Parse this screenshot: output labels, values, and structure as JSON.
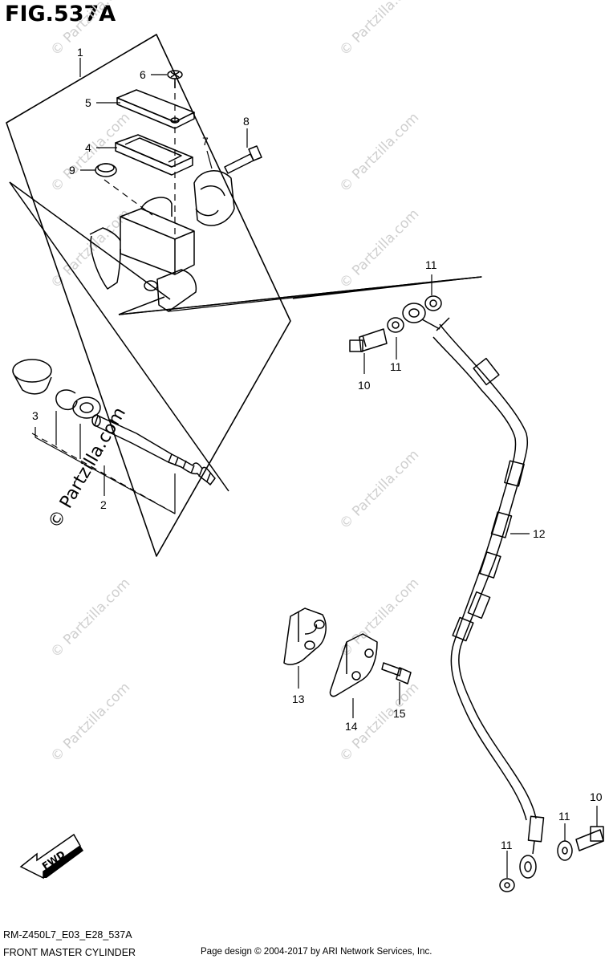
{
  "figure": {
    "title": "FIG.537A",
    "model_code": "RM-Z450L7_E03_E28_537A",
    "section_name": "FRONT MASTER CYLINDER",
    "copyright": "Page design © 2004-2017 by ARI Network Services, Inc.",
    "direction_label": "FWD"
  },
  "watermark": {
    "text": "© Partzilla.com"
  },
  "callouts": {
    "c1": "1",
    "c2": "2",
    "c3": "3",
    "c4": "4",
    "c5": "5",
    "c6": "6",
    "c7": "7",
    "c8": "8",
    "c9": "9",
    "c10a": "10",
    "c10b": "10",
    "c11a": "11",
    "c11b": "11",
    "c11c": "11",
    "c11d": "11",
    "c12": "12",
    "c13": "13",
    "c14": "14",
    "c15": "15"
  },
  "colors": {
    "line": "#000000",
    "watermark": "#cfcfcf"
  }
}
